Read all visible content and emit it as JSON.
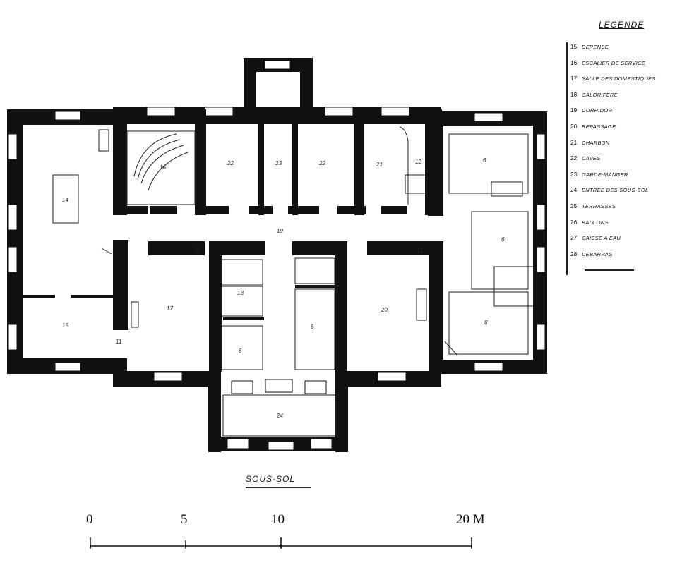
{
  "legend": {
    "title": "LEGENDE",
    "items": [
      {
        "num": "15",
        "label": "DEPENSE"
      },
      {
        "num": "16",
        "label": "ESCALIER DE SERVICE"
      },
      {
        "num": "17",
        "label": "SALLE DES DOMESTIQUES"
      },
      {
        "num": "18",
        "label": "CALORIFERE"
      },
      {
        "num": "19",
        "label": "CORRIDOR"
      },
      {
        "num": "20",
        "label": "REPASSAGE"
      },
      {
        "num": "21",
        "label": "CHARBON"
      },
      {
        "num": "22",
        "label": "CAVES"
      },
      {
        "num": "23",
        "label": "GARDE-MANGER"
      },
      {
        "num": "24",
        "label": "ENTREE DES SOUS-SOL"
      },
      {
        "num": "25",
        "label": "TERRASSES"
      },
      {
        "num": "26",
        "label": "BALCONS"
      },
      {
        "num": "27",
        "label": "CAISSE A EAU"
      },
      {
        "num": "28",
        "label": "DEBARRAS"
      }
    ]
  },
  "plan": {
    "title": "SOUS-SOL",
    "room_labels": {
      "r14": "14",
      "r15": "15",
      "r16": "16",
      "r17": "17",
      "r18": "18",
      "r19": "19",
      "r20": "20",
      "r21": "21",
      "r12": "12",
      "r22a": "22",
      "r23": "23",
      "r22b": "22",
      "r6a": "6",
      "r6b": "6",
      "r6c": "6",
      "r6d": "6",
      "r24": "24",
      "r8": "8",
      "rs1": "11",
      "rs2": "11",
      "rs3": "11"
    }
  },
  "scale": {
    "ticks": [
      "0",
      "5",
      "10",
      "20 M"
    ]
  }
}
